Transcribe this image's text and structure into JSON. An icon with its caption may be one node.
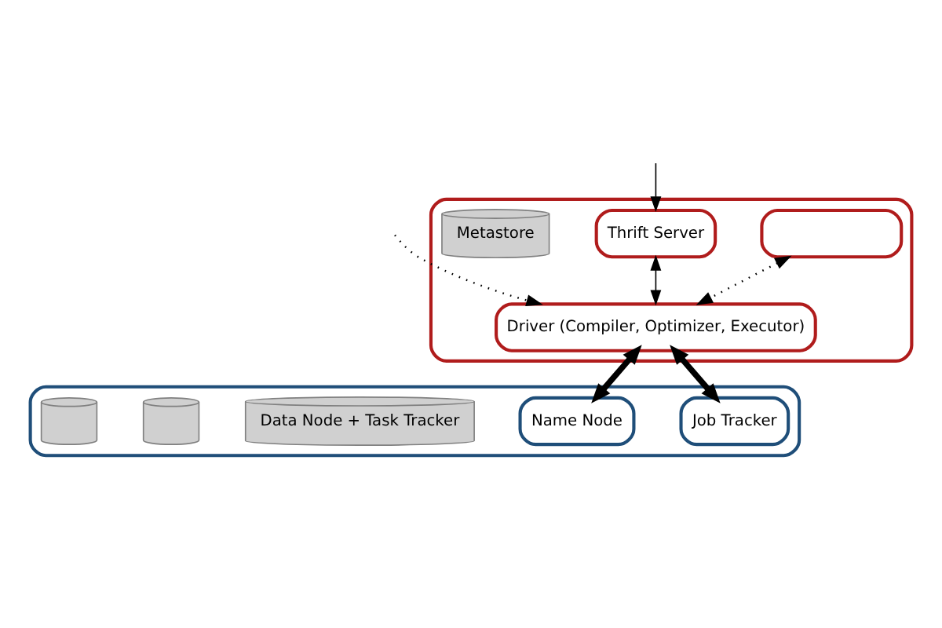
{
  "diagram": {
    "nodes": [
      {
        "text": [],
        "shape": "box"
      },
      {
        "text": [],
        "shape": "box",
        "in": 0
      },
      {
        "text": [
          "Thrift Server"
        ],
        "in": 0
      },
      {
        "text": [
          "Driver (Compiler, Optimizer, Executor)"
        ],
        "in": 0
      },
      {
        "text": [
          "Metastore"
        ],
        "in": 0
      },
      {
        "text": [],
        "shape": "box"
      },
      {
        "text": [
          "Job Tracker"
        ],
        "in": 5
      },
      {
        "text": [
          "Name Node"
        ],
        "in": 5
      },
      {
        "text": [
          "Data Node + Task Tracker"
        ],
        "in": 5
      },
      {
        "text": [],
        "shape": "cylinder",
        "in": 5
      },
      {
        "text": [],
        "shape": "cylinder",
        "in": 5
      }
    ],
    "edges": [
      {
        "from": null,
        "to": 2,
        "arrow": "to"
      },
      {
        "from": 1,
        "to": 3,
        "arrow": "both",
        "style": "dashed"
      },
      {
        "from": 2,
        "to": 3,
        "arrow": "both"
      },
      {
        "from": null,
        "to": 3,
        "arrow": "to",
        "style": "dashed"
      },
      {
        "from": 3,
        "to": 6,
        "arrow": "both",
        "style": "thick"
      },
      {
        "from": 3,
        "to": 7,
        "arrow": "both",
        "style": "thick"
      }
    ]
  }
}
